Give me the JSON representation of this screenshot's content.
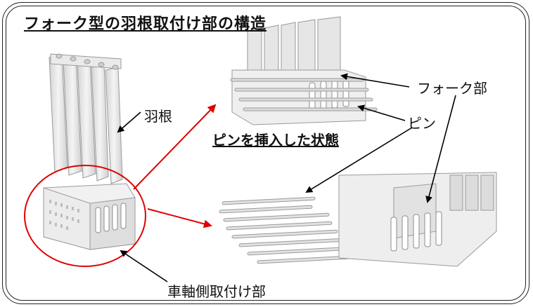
{
  "title": "フォーク型の羽根取付け部の構造",
  "subtitle": "ピンを挿入した状態",
  "labels": {
    "blade": "羽根",
    "fork": "フォーク部",
    "pin": "ピン",
    "base": "車軸側取付け部"
  },
  "colors": {
    "highlight": "#e00000",
    "arrow": "#000000",
    "part_fill": "#eeeeee",
    "part_shade": "#cccccc"
  }
}
